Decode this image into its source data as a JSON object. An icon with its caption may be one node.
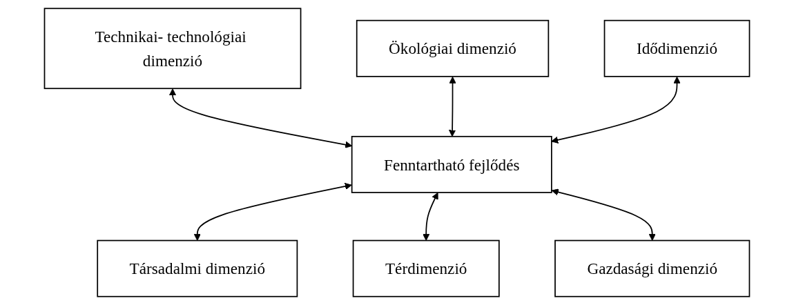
{
  "diagram": {
    "nodes": [
      {
        "text": [
          "Ökológiai dimenzió"
        ]
      },
      {
        "text": [
          "Technikai- technológiai dimenzió"
        ]
      },
      {
        "text": [
          "Idődimenzió"
        ]
      },
      {
        "text": [
          "Fenntartható fejlődés"
        ]
      },
      {
        "text": [
          "Társadalmi dimenzió"
        ]
      },
      {
        "text": [
          "Gazdasági dimenzió"
        ]
      },
      {
        "text": [
          "Térdimenzió"
        ]
      }
    ],
    "edges": [
      {
        "from": 1,
        "to": 3,
        "arrow": "both"
      },
      {
        "from": 0,
        "to": 3,
        "arrow": "both"
      },
      {
        "from": 2,
        "to": 3,
        "arrow": "both"
      },
      {
        "from": 3,
        "to": 4,
        "arrow": "both"
      },
      {
        "from": 3,
        "to": 6,
        "arrow": "both"
      },
      {
        "from": 3,
        "to": 5,
        "arrow": "both"
      }
    ]
  }
}
